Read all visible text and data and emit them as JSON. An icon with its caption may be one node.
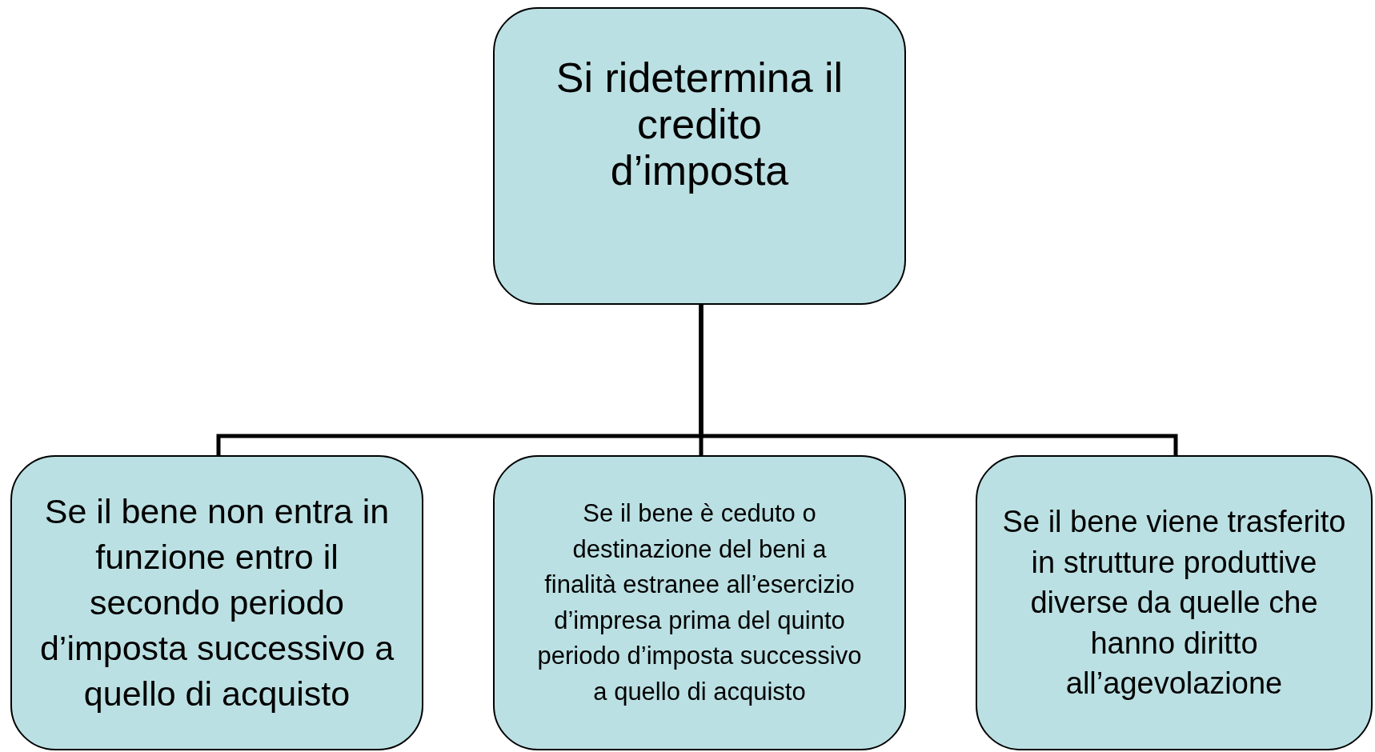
{
  "diagram": {
    "nodes": [
      {
        "text": [
          "Si ridetermina il credito d’imposta"
        ]
      },
      {
        "text": [
          "Se il bene non entra in funzione entro il secondo periodo d’imposta successivo a quello di acquisto"
        ]
      },
      {
        "text": [
          "Se il bene è ceduto o destinazione del beni a finalità estranee all’esercizio d’impresa prima del quinto periodo d’imposta successivo a quello di acquisto"
        ]
      },
      {
        "text": [
          "Se il bene viene trasferito in strutture produttive diverse da quelle che hanno diritto all’agevolazione"
        ]
      }
    ],
    "edges": [
      {
        "from": 0,
        "to": 1,
        "arrow": "none"
      },
      {
        "from": 0,
        "to": 2,
        "arrow": "none"
      },
      {
        "from": 0,
        "to": 3,
        "arrow": "none"
      }
    ]
  }
}
